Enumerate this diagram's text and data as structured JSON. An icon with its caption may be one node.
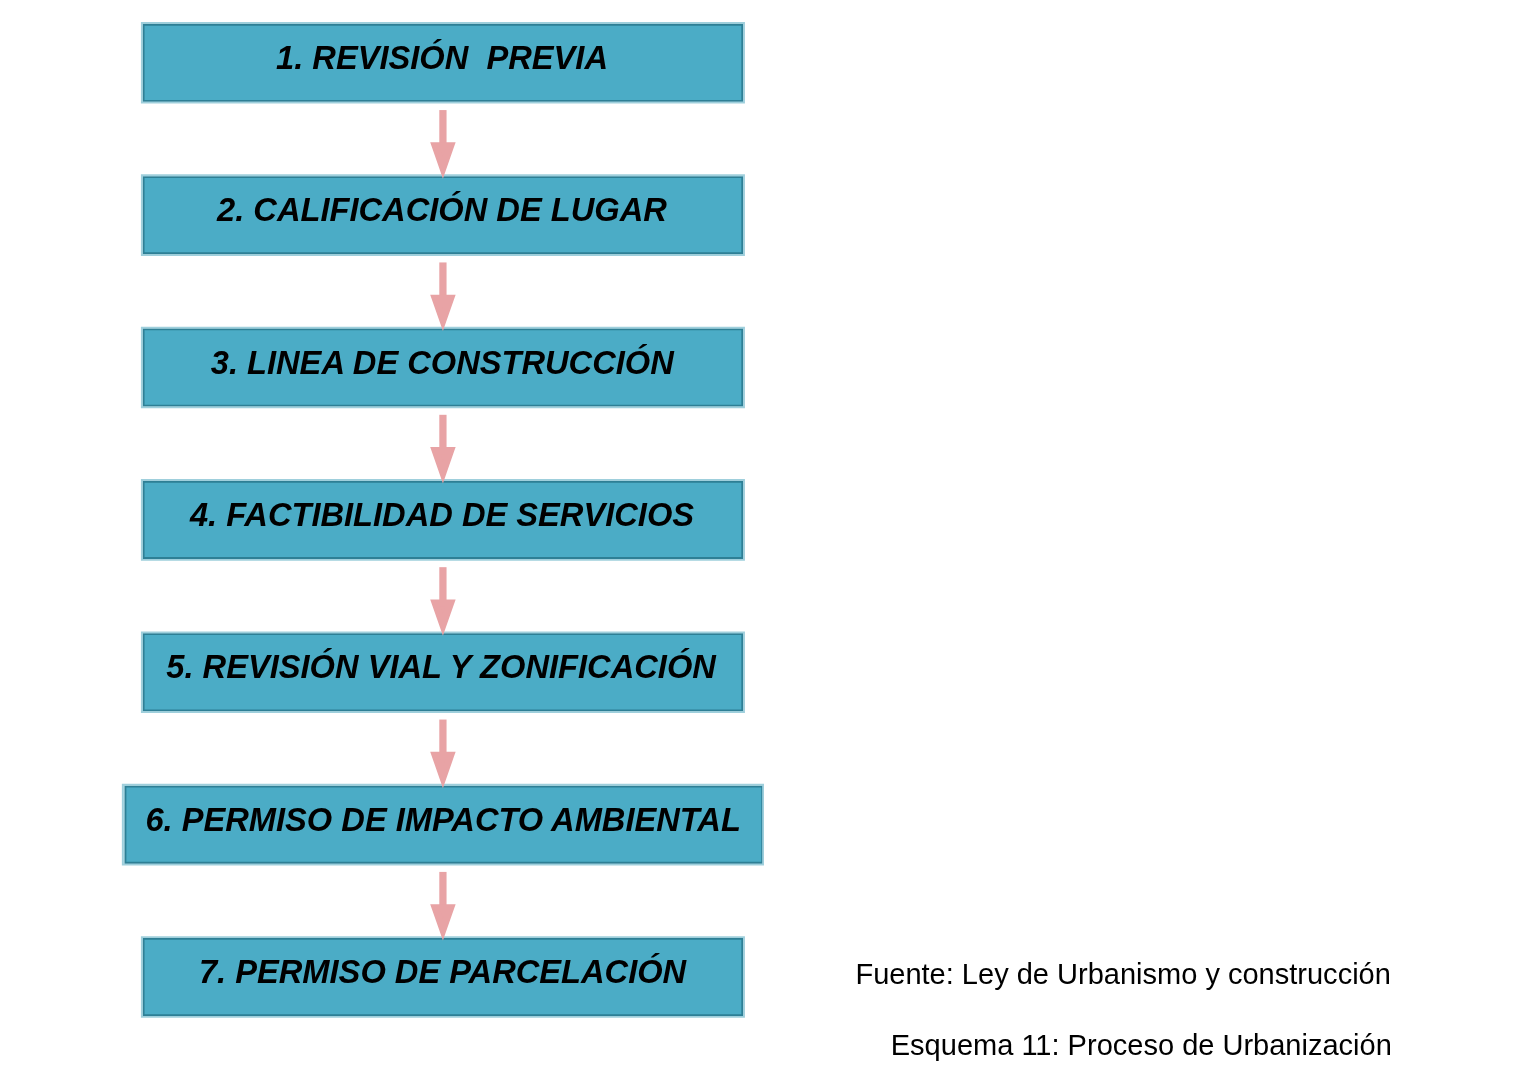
{
  "diagram": {
    "caption": "Esquema 11: Proceso de Urbanización",
    "nodes": [
      {
        "text": [
          "1. REVISIÓN  PREVIA"
        ]
      },
      {
        "text": [
          "2. CALIFICACIÓN DE LUGAR"
        ]
      },
      {
        "text": [
          "3. LINEA DE CONSTRUCCIÓN"
        ]
      },
      {
        "text": [
          "4. FACTIBILIDAD DE SERVICIOS"
        ]
      },
      {
        "text": [
          "5. REVISIÓN VIAL Y ZONIFICACIÓN"
        ]
      },
      {
        "text": [
          "6. PERMISO DE IMPACTO AMBIENTAL"
        ]
      },
      {
        "text": [
          "7. PERMISO DE PARCELACIÓN"
        ]
      }
    ],
    "edges": [
      {
        "from": 0,
        "to": 1,
        "arrow": "to"
      },
      {
        "from": 1,
        "to": 2,
        "arrow": "to"
      },
      {
        "from": 2,
        "to": 3,
        "arrow": "to"
      },
      {
        "from": 3,
        "to": 4,
        "arrow": "to"
      },
      {
        "from": 4,
        "to": 5,
        "arrow": "to"
      },
      {
        "from": 5,
        "to": 6,
        "arrow": "to"
      }
    ],
    "labels": [
      "Fuente: Ley de Urbanismo y construcción"
    ]
  }
}
